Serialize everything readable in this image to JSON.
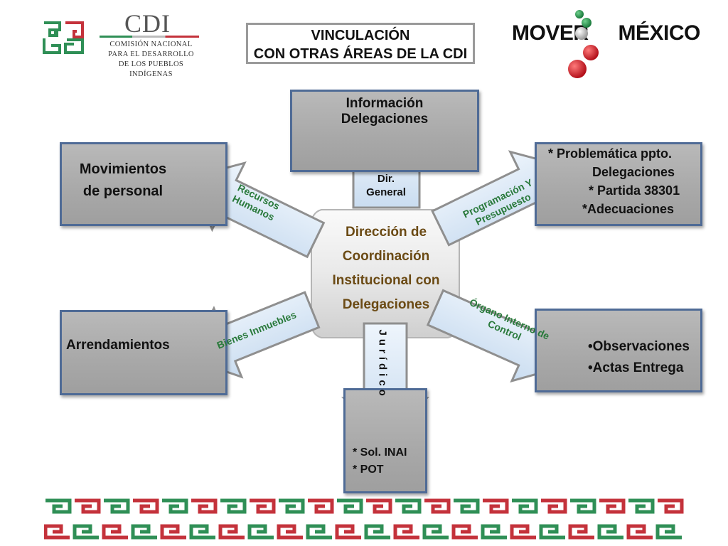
{
  "header": {
    "org_short": "CDI",
    "org_lines": [
      "COMISIÓN NACIONAL",
      "PARA EL DESARROLLO",
      "DE LOS PUEBLOS INDÍGENAS"
    ],
    "title_line1": "VINCULACIÓN",
    "title_line2": "CON OTRAS ÁREAS DE LA CDI",
    "brand_left": "MOVER",
    "brand_right": "MÉXICO"
  },
  "center": {
    "lines": [
      "Dirección de",
      "Coordinación",
      "Institucional con",
      "Delegaciones"
    ]
  },
  "boxes": {
    "top": {
      "lines": [
        "Información",
        "Delegaciones"
      ]
    },
    "left_top": {
      "lines": [
        "Movimientos",
        "de personal"
      ]
    },
    "right_top": {
      "lines": [
        "* Problemática ppto.",
        "Delegaciones",
        "* Partida 38301",
        "*Adecuaciones"
      ]
    },
    "left_bottom": {
      "text": "Arrendamientos"
    },
    "right_bottom": {
      "bullets": [
        "Observaciones",
        "Actas Entrega"
      ]
    },
    "bottom": {
      "lines": [
        "* Sol. INAI",
        "* POT"
      ]
    }
  },
  "arrows": {
    "up": {
      "lines": [
        "Dir.",
        "General"
      ]
    },
    "left_up": {
      "lines": [
        "Recursos",
        "Humanos"
      ]
    },
    "right_up": {
      "lines": [
        "Programación Y",
        "Presupuesto"
      ]
    },
    "left_down": {
      "text": "Bienes Inmuebles"
    },
    "right_down": {
      "lines": [
        "Órgano Interno de",
        "Control"
      ]
    },
    "down": {
      "text": "Jurídico"
    }
  },
  "colors": {
    "green": "#2f8f56",
    "red": "#c4323b",
    "box_gray": "#a8a8a8",
    "box_border": "#4f6b96",
    "arrow_fill": "#dbe8f6",
    "center_text": "#6b4a14",
    "label_green": "#2a7a3c"
  }
}
